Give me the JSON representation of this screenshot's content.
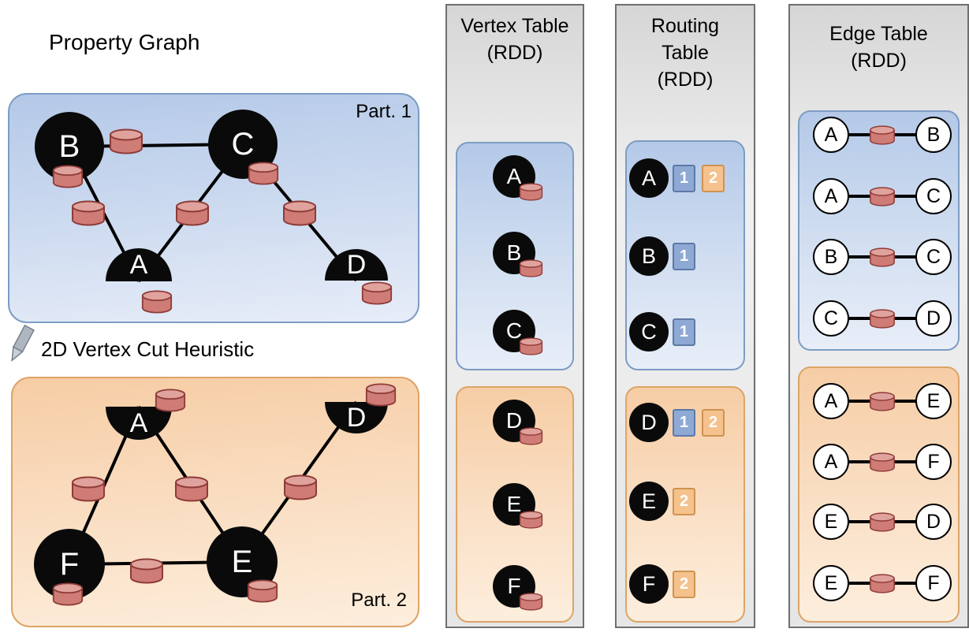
{
  "title": "Property Graph",
  "cut_heuristic_label": "2D Vertex Cut Heuristic",
  "colors": {
    "partition1_fill": "#bed2ec",
    "partition1_border": "#7d9cc4",
    "partition2_fill": "#f8d4ae",
    "partition2_border": "#dda468",
    "column_fill": "#e6e6e6",
    "column_border": "#6f6f6f",
    "vertex_fill": "#0a0a0a",
    "vertex_text": "#ffffff",
    "cylinder_body": "#cf7c77",
    "cylinder_top": "#e0a29d",
    "cylinder_stroke": "#8e3b37",
    "badge1_fill": "#8ea9d4",
    "badge1_border": "#5d79a6",
    "badge2_fill": "#f5c28e",
    "badge2_border": "#cf9350"
  },
  "property_graph": {
    "partitions": [
      {
        "label": "Part. 1",
        "vertices": [
          "B",
          "C",
          "A",
          "D"
        ],
        "edges": [
          [
            "B",
            "C"
          ],
          [
            "B",
            "A"
          ],
          [
            "C",
            "A"
          ],
          [
            "C",
            "D"
          ]
        ]
      },
      {
        "label": "Part. 2",
        "vertices": [
          "A",
          "D",
          "F",
          "E"
        ],
        "edges": [
          [
            "A",
            "F"
          ],
          [
            "A",
            "E"
          ],
          [
            "F",
            "E"
          ],
          [
            "E",
            "D"
          ]
        ]
      }
    ]
  },
  "vertex_table": {
    "title_line1": "Vertex Table",
    "title_line2": "(RDD)",
    "partitions": [
      [
        "A",
        "B",
        "C"
      ],
      [
        "D",
        "E",
        "F"
      ]
    ]
  },
  "routing_table": {
    "title_line1": "Routing",
    "title_line2": "Table",
    "title_line3": "(RDD)",
    "partitions": [
      [
        {
          "vertex": "A",
          "parts": [
            1,
            2
          ]
        },
        {
          "vertex": "B",
          "parts": [
            1
          ]
        },
        {
          "vertex": "C",
          "parts": [
            1
          ]
        }
      ],
      [
        {
          "vertex": "D",
          "parts": [
            1,
            2
          ]
        },
        {
          "vertex": "E",
          "parts": [
            2
          ]
        },
        {
          "vertex": "F",
          "parts": [
            2
          ]
        }
      ]
    ]
  },
  "edge_table": {
    "title_line1": "Edge Table",
    "title_line2": "(RDD)",
    "partitions": [
      [
        [
          "A",
          "B"
        ],
        [
          "A",
          "C"
        ],
        [
          "B",
          "C"
        ],
        [
          "C",
          "D"
        ]
      ],
      [
        [
          "A",
          "E"
        ],
        [
          "A",
          "F"
        ],
        [
          "E",
          "D"
        ],
        [
          "E",
          "F"
        ]
      ]
    ]
  }
}
